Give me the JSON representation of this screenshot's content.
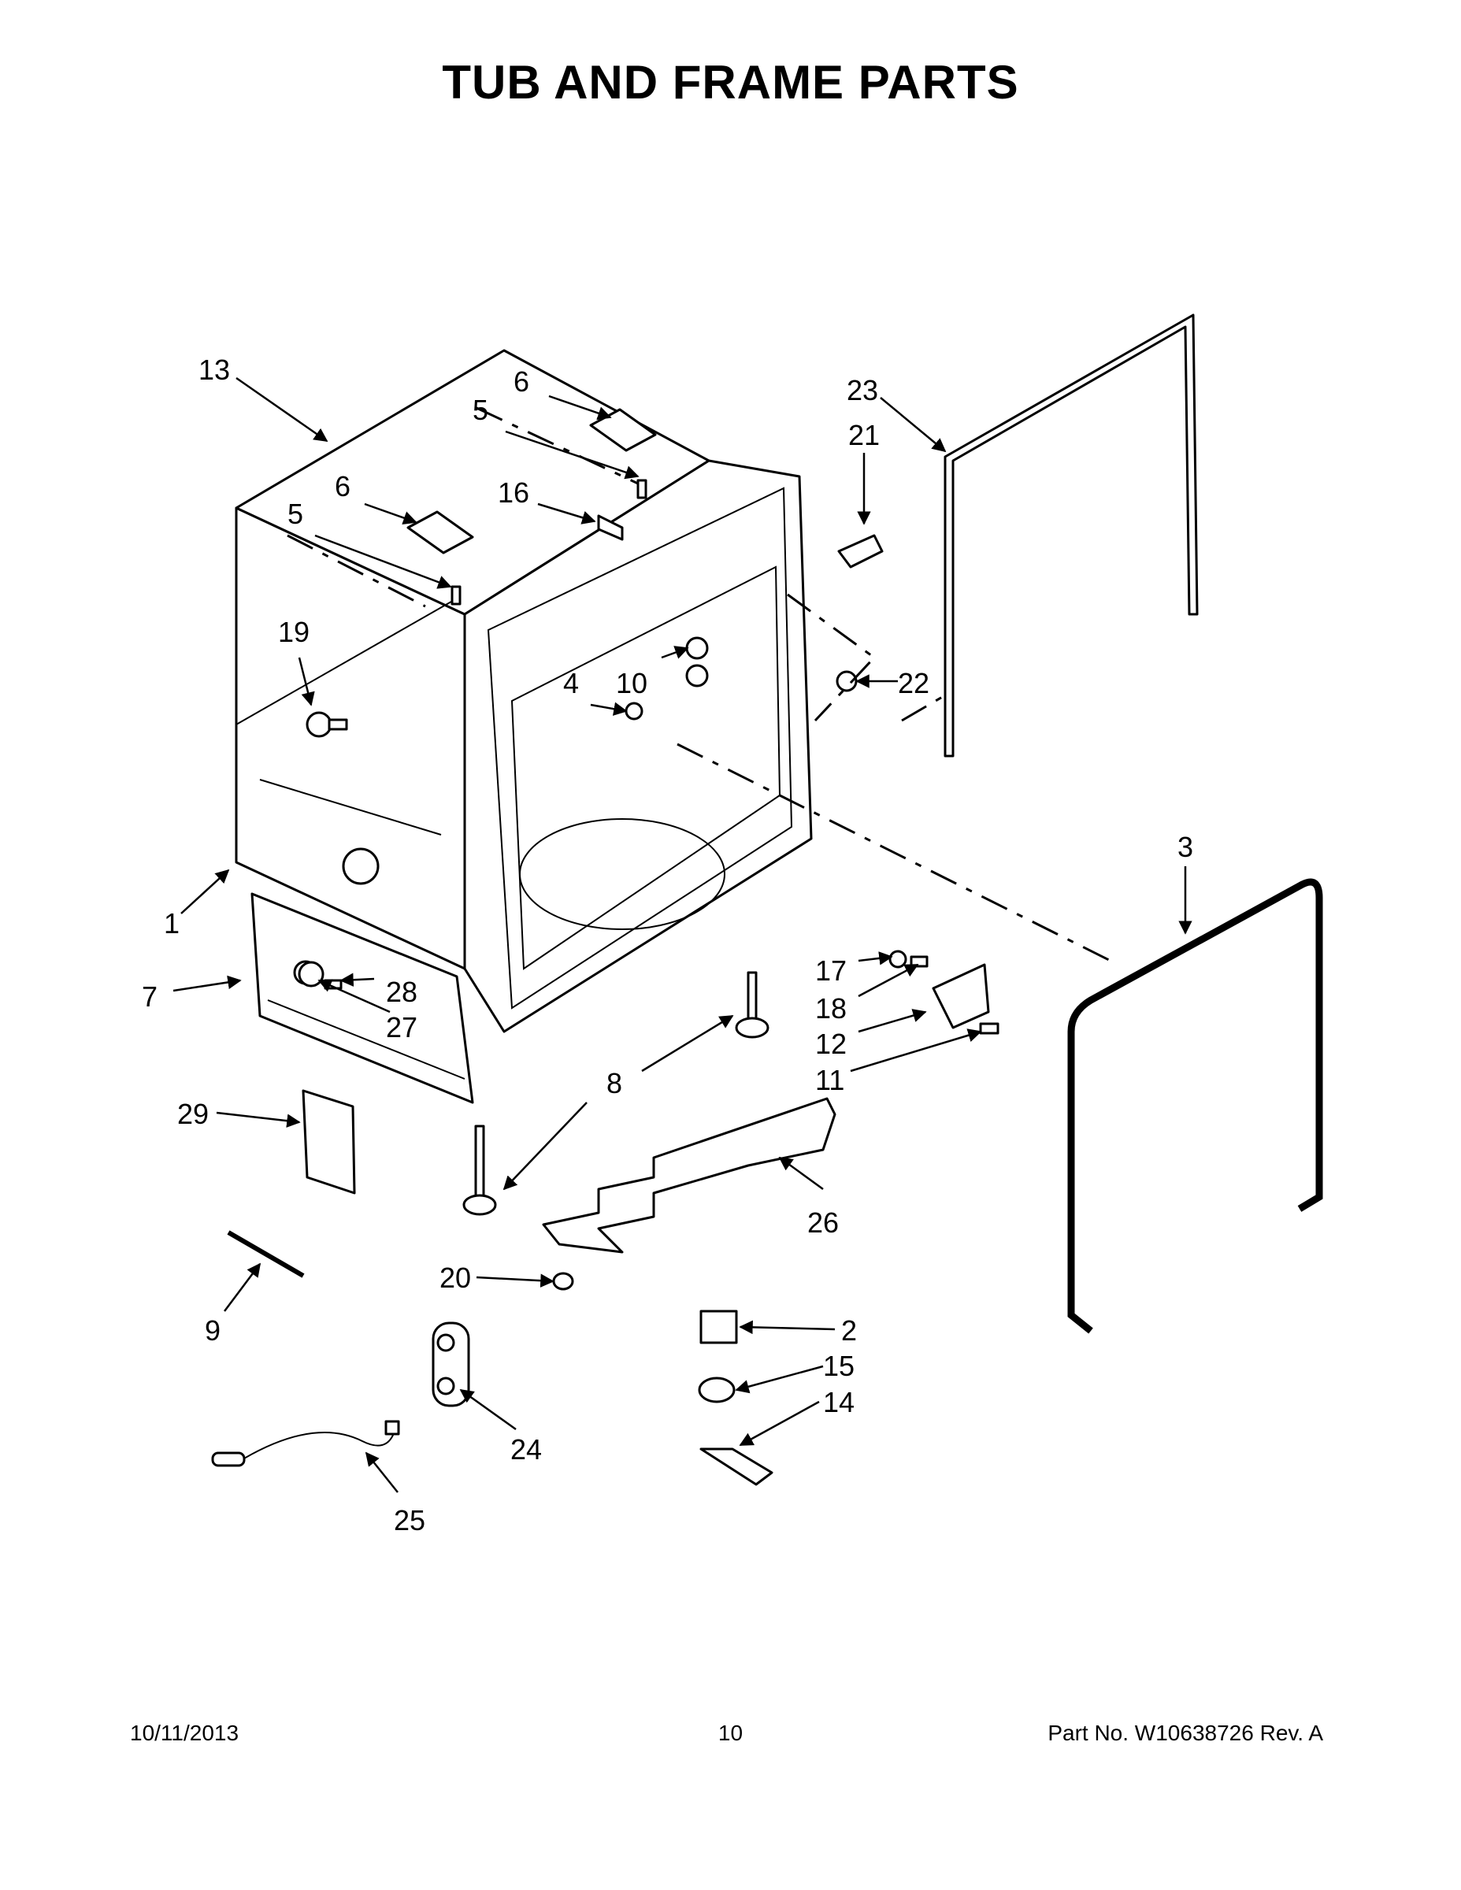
{
  "title": "TUB AND FRAME PARTS",
  "callouts": {
    "c1": "1",
    "c2": "2",
    "c3": "3",
    "c4": "4",
    "c5a": "5",
    "c5b": "5",
    "c6a": "6",
    "c6b": "6",
    "c7": "7",
    "c8a": "8",
    "c9": "9",
    "c10": "10",
    "c11": "11",
    "c12": "12",
    "c13": "13",
    "c14": "14",
    "c15": "15",
    "c16": "16",
    "c17": "17",
    "c18": "18",
    "c19": "19",
    "c20": "20",
    "c21": "21",
    "c22": "22",
    "c23": "23",
    "c24": "24",
    "c25": "25",
    "c26": "26",
    "c27": "27",
    "c28": "28",
    "c29": "29"
  },
  "footer": {
    "date": "10/11/2013",
    "page": "10",
    "part_no": "Part No.  W10638726  Rev.  A"
  }
}
